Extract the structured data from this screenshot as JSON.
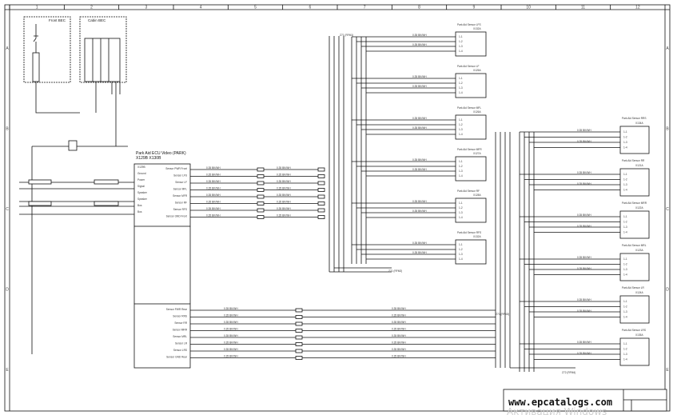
{
  "frame": {
    "col_labels": [
      "1",
      "2",
      "3",
      "4",
      "5",
      "6",
      "7",
      "8",
      "9",
      "10",
      "11",
      "12"
    ],
    "row_labels": [
      "A",
      "B",
      "C",
      "D",
      "E"
    ]
  },
  "fuse_boxes": [
    {
      "label": "Front BEC"
    },
    {
      "label": "Cabin BEC"
    }
  ],
  "ecu": {
    "title": "Park Aid ECU Video (PARK)",
    "connector": "X129B X130B",
    "pins_left": [
      "X129B",
      "Ground",
      "Power",
      "Signal",
      "Speaker",
      "Speaker",
      "Bus",
      "Bus"
    ],
    "pins_right": [
      "Sensor PWR Front",
      "Sensor LFS",
      "Sensor LF",
      "Sensor MFL",
      "Sensor MFR",
      "Sensor RF",
      "Sensor RFS",
      "Sensor GND Front"
    ],
    "pins_rear": [
      "Sensor PWR Rear",
      "Sensor RRS",
      "Sensor RR",
      "Sensor MRR",
      "Sensor MRL",
      "Sensor LR",
      "Sensor LRS",
      "Sensor GND Rear"
    ]
  },
  "splices": [
    {
      "label": "Z71 (RFM1)"
    },
    {
      "label": "Z71 (RFM2)"
    },
    {
      "label": "Z71 (RFM3)"
    },
    {
      "label": "Z72 (RFM4)"
    }
  ],
  "front_sensors": [
    {
      "name": "Park Aid Sensor LFS",
      "connector": "X132A"
    },
    {
      "name": "Park Aid Sensor LF",
      "connector": "X125A"
    },
    {
      "name": "Park Aid Sensor MFL",
      "connector": "X126A"
    },
    {
      "name": "Park Aid Sensor MFR",
      "connector": "X127A"
    },
    {
      "name": "Park Aid Sensor RF",
      "connector": "X128A"
    },
    {
      "name": "Park Aid Sensor RFS",
      "connector": "X132A"
    }
  ],
  "rear_sensors": [
    {
      "name": "Park Aid Sensor RRS",
      "connector": "X134A"
    },
    {
      "name": "Park Aid Sensor RR",
      "connector": "X121A"
    },
    {
      "name": "Park Aid Sensor MRR",
      "connector": "X122A"
    },
    {
      "name": "Park Aid Sensor MRL",
      "connector": "X123A"
    },
    {
      "name": "Park Aid Sensor LR",
      "connector": "X124A"
    },
    {
      "name": "Park Aid Sensor LRS",
      "connector": "X135A"
    }
  ],
  "sensor_pins": [
    "1-1",
    "1-2",
    "1-3",
    "1-4"
  ],
  "wire_code": "0.35 BK/WH",
  "watermark": {
    "url": "www.epcatalogs.com",
    "overlay": "Активация Windows"
  }
}
